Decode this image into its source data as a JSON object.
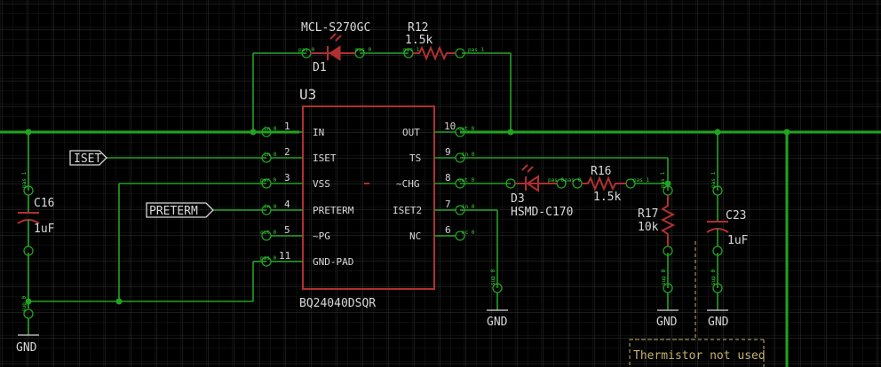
{
  "schematic": {
    "u3": {
      "ref": "U3",
      "value": "BQ24040DSQR",
      "left_pins": [
        {
          "num": "1",
          "name": "IN",
          "tag": "in 0"
        },
        {
          "num": "2",
          "name": "ISET",
          "tag": "in 0"
        },
        {
          "num": "3",
          "name": "VSS",
          "tag": "pwr 0"
        },
        {
          "num": "4",
          "name": "PRETERM",
          "tag": "in 0"
        },
        {
          "num": "5",
          "name": "~PG",
          "tag": "out 0"
        },
        {
          "num": "11",
          "name": "GND-PAD",
          "tag": "pas 0"
        }
      ],
      "right_pins": [
        {
          "num": "10",
          "name": "OUT",
          "tag": "out 0"
        },
        {
          "num": "9",
          "name": "TS",
          "tag": "in 0"
        },
        {
          "num": "8",
          "name": "~CHG",
          "tag": "out 0"
        },
        {
          "num": "7",
          "name": "ISET2",
          "tag": "in 0"
        },
        {
          "num": "6",
          "name": "NC",
          "tag": "nc 0"
        }
      ]
    },
    "d1": {
      "ref": "D1",
      "value": "MCL-S270GC"
    },
    "r12": {
      "ref": "R12",
      "value": "1.5k"
    },
    "d3": {
      "ref": "D3",
      "value": "HSMD-C170"
    },
    "r16": {
      "ref": "R16",
      "value": "1.5k"
    },
    "r17": {
      "ref": "R17",
      "value": "10k"
    },
    "c16": {
      "ref": "C16",
      "value": "1uF"
    },
    "c23": {
      "ref": "C23",
      "value": "1uF"
    },
    "net_labels": {
      "iset": "ISET",
      "preterm": "PRETERM"
    },
    "gnd_label": "GND",
    "pin_tags": {
      "pas1": "pas 1",
      "pas0": "pas 0",
      "sup0": "sup 0"
    },
    "note": "Thermistor not used"
  }
}
